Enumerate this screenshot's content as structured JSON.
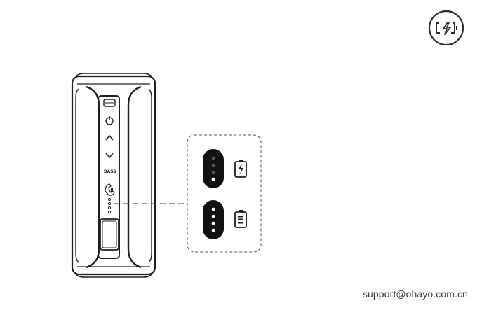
{
  "footer": {
    "support_email": "support@ohayo.com.cn"
  },
  "speaker": {
    "bass_label": "BASS"
  },
  "icons": {
    "top_right": "battery-charging-circle-icon",
    "status_charging": "battery-charging-icon",
    "status_full": "battery-full-icon"
  },
  "colors": {
    "line": "#222222",
    "accent_bg": "#ffffff",
    "dim_led": "#555555"
  },
  "indicator": {
    "charging_leds_lit": 1,
    "full_leds_lit": 4,
    "led_count": 4
  }
}
